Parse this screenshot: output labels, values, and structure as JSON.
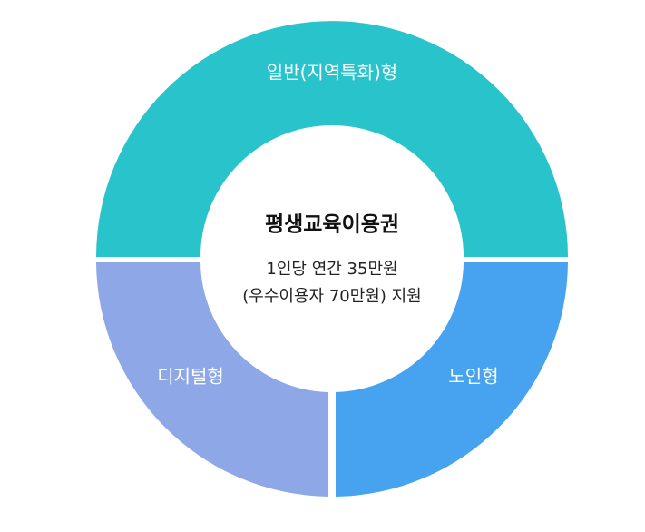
{
  "segments": [
    {
      "id": "general",
      "label": "일반(지역특화)형",
      "color": "#29C3CC"
    },
    {
      "id": "digital",
      "label": "디지털형",
      "color": "#8EA7E6"
    },
    {
      "id": "senior",
      "label": "노인형",
      "color": "#47A3F0"
    }
  ],
  "center": {
    "title": "평생교육이용권",
    "line1": "1인당 연간  35만원",
    "line2": "(우수이용자 70만원) 지원"
  }
}
